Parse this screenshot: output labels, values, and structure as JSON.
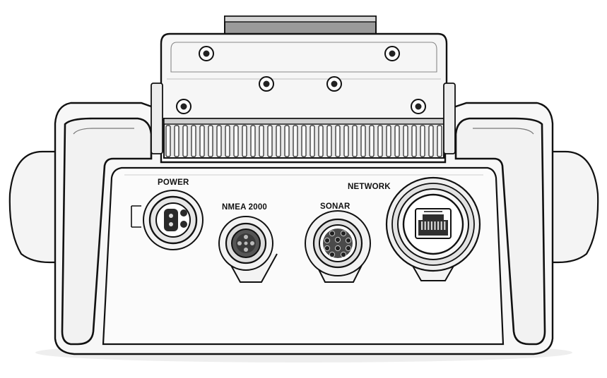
{
  "colors": {
    "outline": "#111111",
    "body_fill": "#f7f7f7",
    "panel_fill": "#fbfbfb",
    "shadow": "#d9d9d9",
    "bracket_dark": "#8a8a8a"
  },
  "ports": {
    "power": {
      "label": "POWER",
      "icon": "power-connector-icon"
    },
    "nmea2000": {
      "label": "NMEA 2000",
      "icon": "nmea2000-connector-icon"
    },
    "sonar": {
      "label": "SONAR",
      "icon": "sonar-connector-icon"
    },
    "network": {
      "label": "NETWORK",
      "icon": "ethernet-rj45-icon"
    }
  }
}
